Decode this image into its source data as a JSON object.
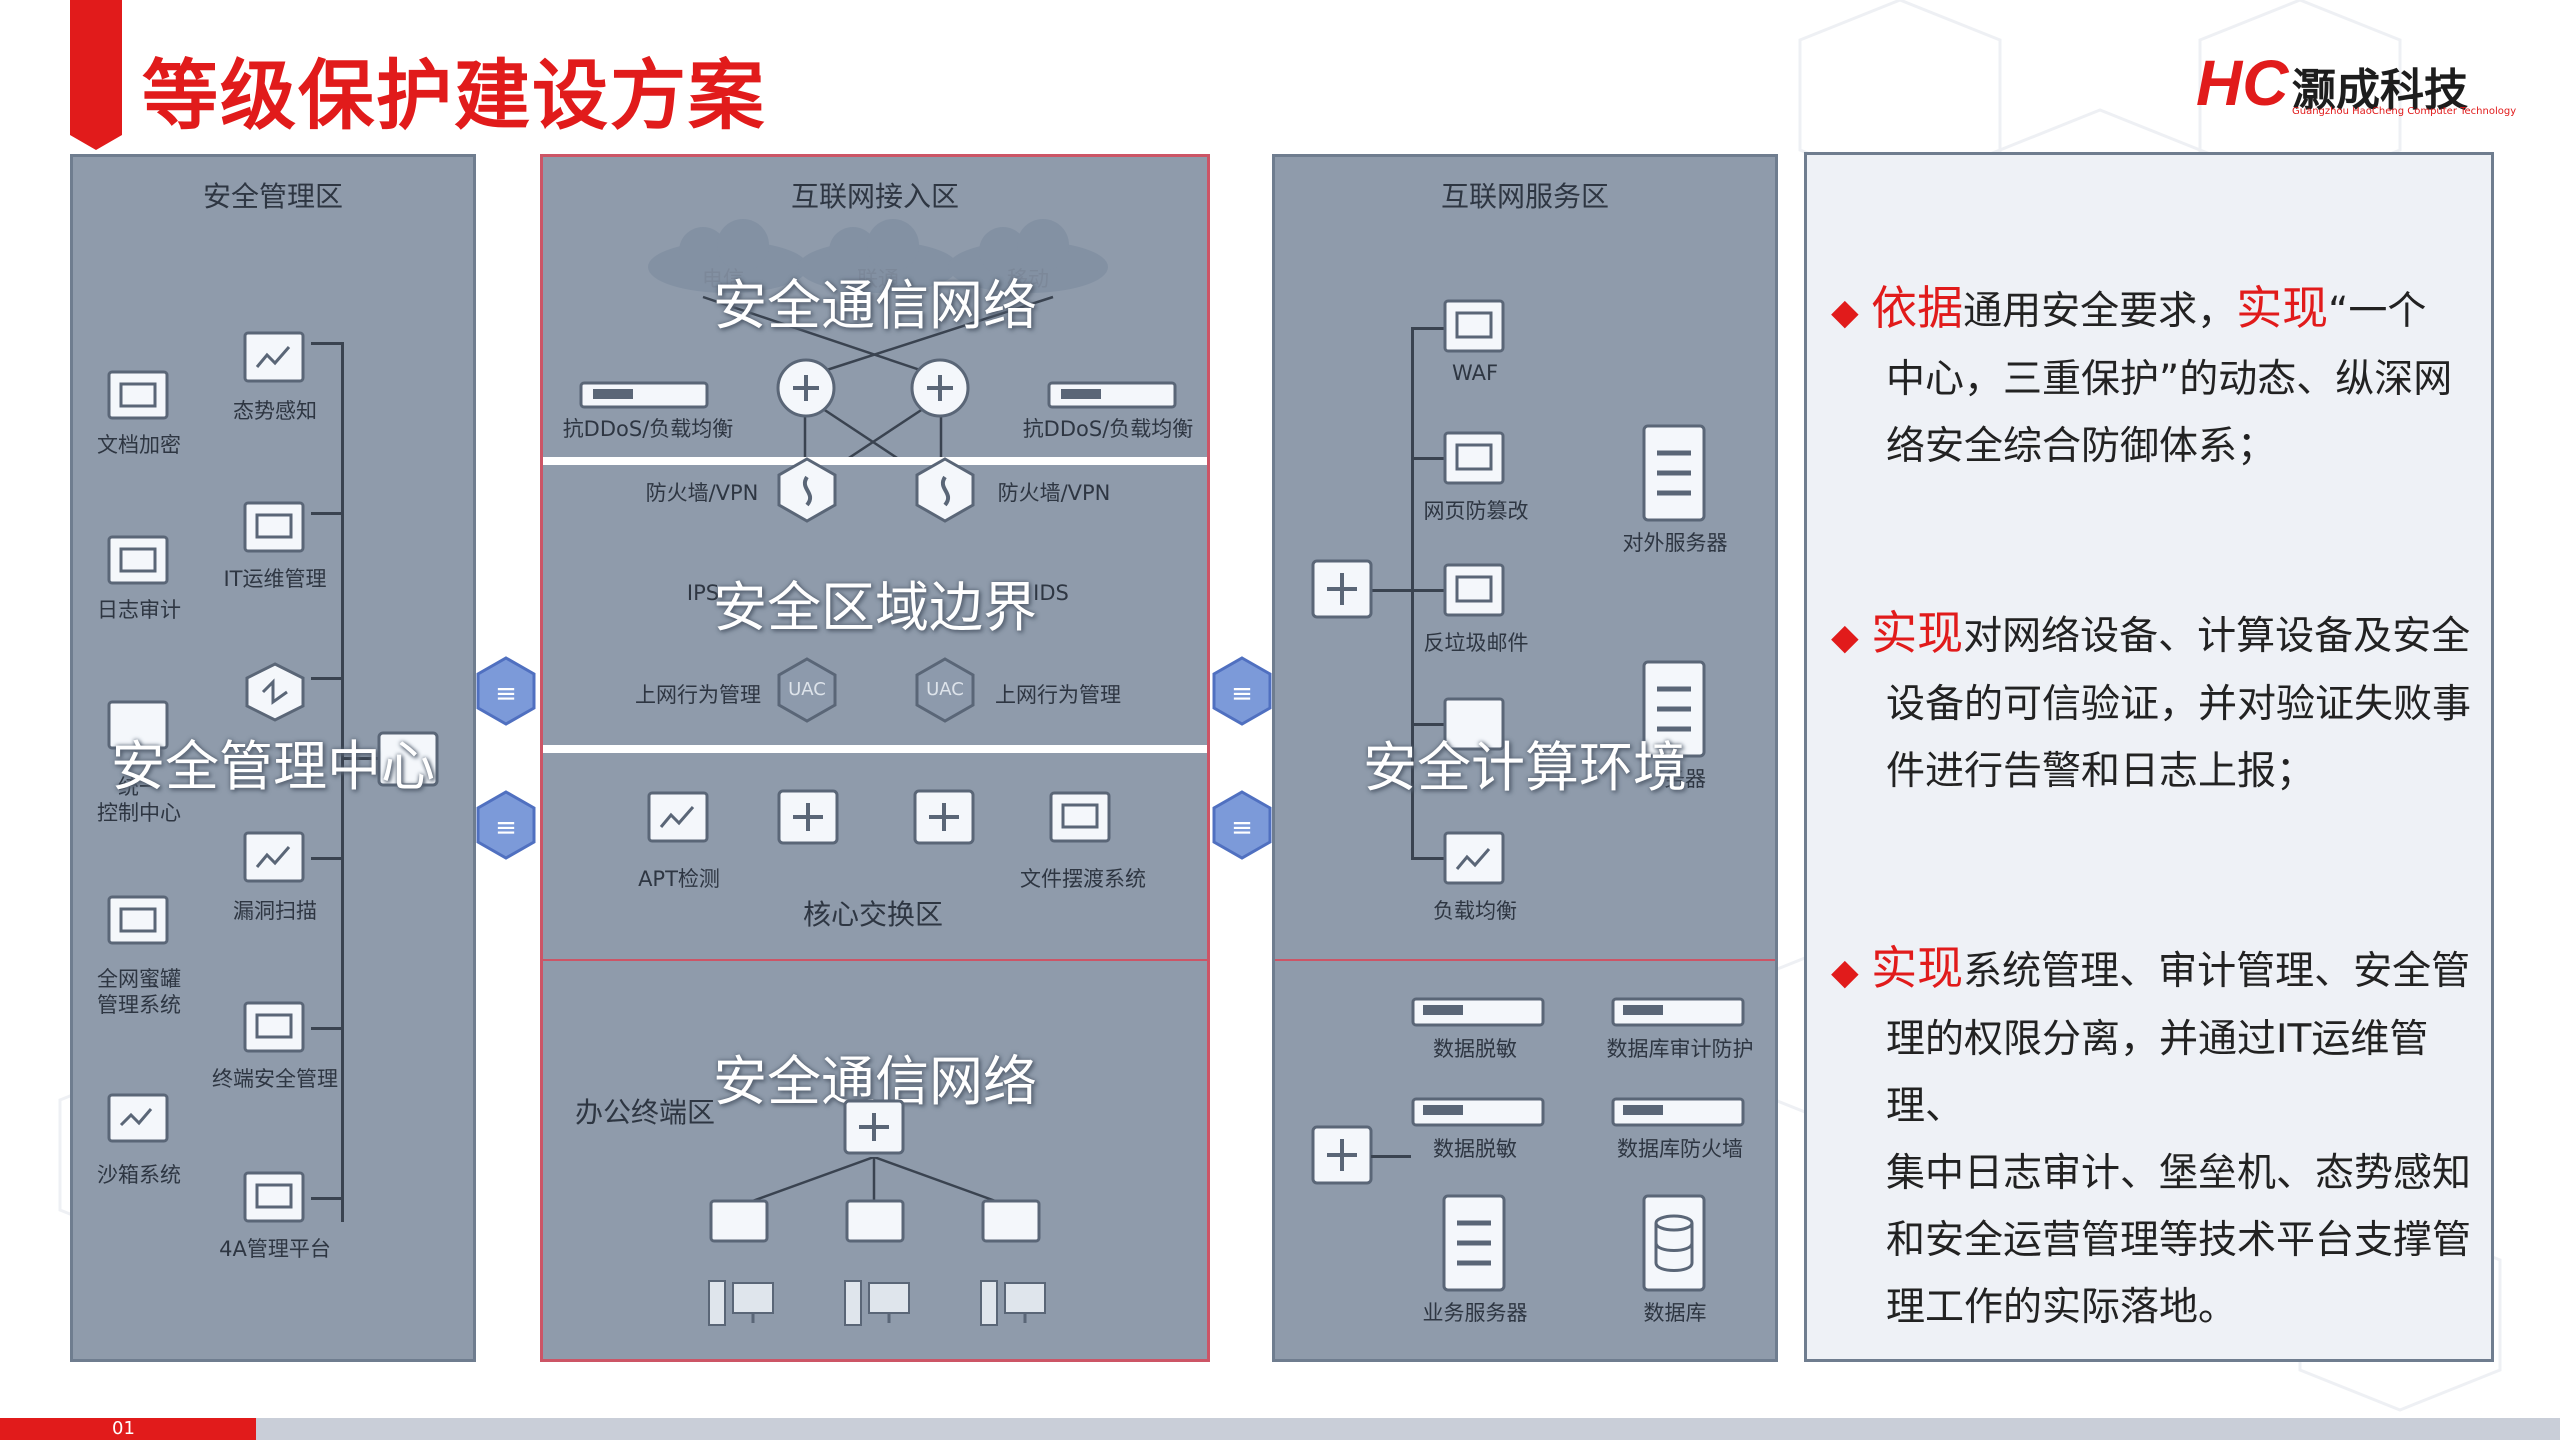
{
  "header": {
    "title": "等级保护建设方案",
    "logo_letters": "HC",
    "logo_text": "灏成科技",
    "logo_sub": "Guangzhou HaoCheng Computer Technology"
  },
  "colors": {
    "accent": "#e11b1b",
    "panel": "#8f9bab",
    "panel_border": "#6f7d8f",
    "line": "#3a4350",
    "device_fill": "#f4f7fb"
  },
  "panels": {
    "mgmt": {
      "title": "安全管理区",
      "overlay": "安全管理中心",
      "items": [
        "文档加密",
        "态势感知",
        "日志审计",
        "IT运维管理",
        "统一",
        "控制中心",
        "漏洞扫描",
        "全网蜜罐",
        "管理系统",
        "终端安全管理",
        "沙箱系统",
        "4A管理平台"
      ]
    },
    "internet": {
      "title": "互联网接入区",
      "clouds": [
        "电信",
        "联通",
        "移动"
      ],
      "overlay_top": "安全通信网络",
      "ddos_left": "抗DDoS/负载均衡",
      "ddos_right": "抗DDoS/负载均衡",
      "fw_left": "防火墙/VPN",
      "fw_right": "防火墙/VPN",
      "ips": "IPS",
      "ids": "IDS",
      "overlay_mid": "安全区域边界",
      "uac_left": "上网行为管理",
      "uac_right": "上网行为管理",
      "uac": "UAC",
      "apt": "APT检测",
      "file_ferry": "文件摆渡系统",
      "core": "核心交换区",
      "overlay_bottom": "安全通信网络",
      "office": "办公终端区"
    },
    "service": {
      "title": "互联网服务区",
      "overlay": "安全计算环境",
      "waf": "WAF",
      "web_tamper": "网页防篡改",
      "external_server": "对外服务器",
      "anti_spam": "反垃圾邮件",
      "server2": "务器",
      "load_balance": "负载均衡",
      "db_desens1": "数据脱敏",
      "db_audit": "数据库审计防护",
      "db_desens2": "数据脱敏",
      "db_firewall": "数据库防火墙",
      "biz_server": "业务服务器",
      "database": "数据库"
    }
  },
  "bullets": [
    {
      "hl1": "依据",
      "t1": "通用安全要求，",
      "hl2": "实现",
      "t2": "“一个",
      "line2": "中心，三重保护”的动态、纵深网",
      "line3": "络安全综合防御体系；"
    },
    {
      "hl1": "实现",
      "t1": "对网络设备、计算设备及安全",
      "line2": "设备的可信验证，并对验证失败事",
      "line3": "件进行告警和日志上报；"
    },
    {
      "hl1": "实现",
      "t1": "系统管理、审计管理、安全管",
      "line2": "理的权限分离，并通过IT运维管理、",
      "line3": "集中日志审计、堡垒机、态势感知",
      "line4": "和安全运营管理等技术平台支撑管",
      "line5": "理工作的实际落地。"
    }
  ],
  "footer": {
    "page": "01"
  }
}
